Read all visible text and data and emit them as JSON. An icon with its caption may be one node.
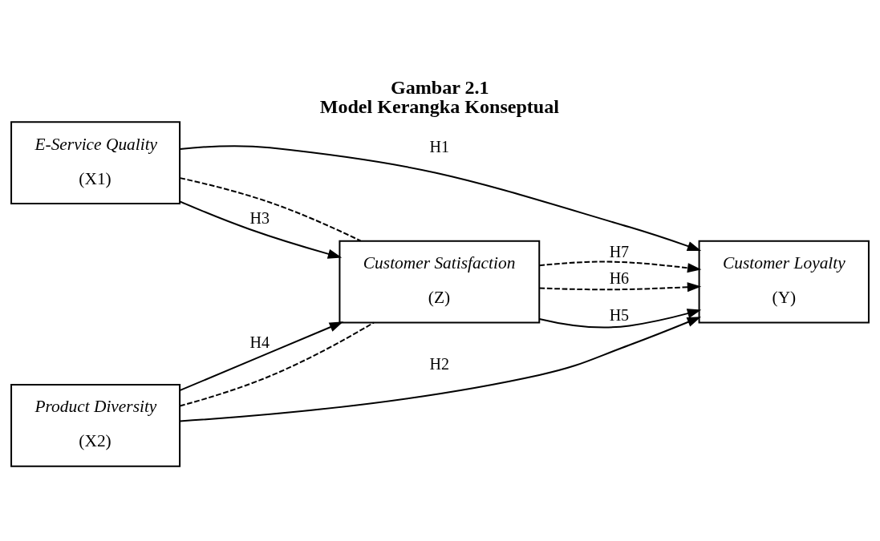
{
  "diagram": {
    "title": "Gambar 2.1",
    "caption": "Model Kerangka Konseptual",
    "nodes": [
      {
        "text": [
          "E-Service Quality",
          "(X1)"
        ]
      },
      {
        "text": [
          "Customer Satisfaction",
          "(Z)"
        ]
      },
      {
        "text": [
          "Customer Loyalty",
          "(Y)"
        ]
      },
      {
        "text": [
          "Product Diversity",
          "(X2)"
        ]
      }
    ],
    "edges": [
      {
        "from": 0,
        "to": 2,
        "arrow": "to",
        "label": "H1"
      },
      {
        "from": 0,
        "to": 1,
        "arrow": "none",
        "style": "dashed"
      },
      {
        "from": 0,
        "to": 1,
        "arrow": "to",
        "label": "H3"
      },
      {
        "from": 3,
        "to": 1,
        "arrow": "to",
        "label": "H4"
      },
      {
        "from": 1,
        "to": 2,
        "arrow": "to",
        "label": "H6",
        "style": "dashed"
      },
      {
        "from": 1,
        "to": 2,
        "arrow": "to",
        "label": "H5"
      },
      {
        "from": 1,
        "to": 2,
        "arrow": "to",
        "label": "H7",
        "style": "dashed"
      },
      {
        "from": 3,
        "to": 1,
        "arrow": "none",
        "style": "dashed"
      },
      {
        "from": 3,
        "to": 2,
        "arrow": "to",
        "label": "H2"
      }
    ]
  }
}
